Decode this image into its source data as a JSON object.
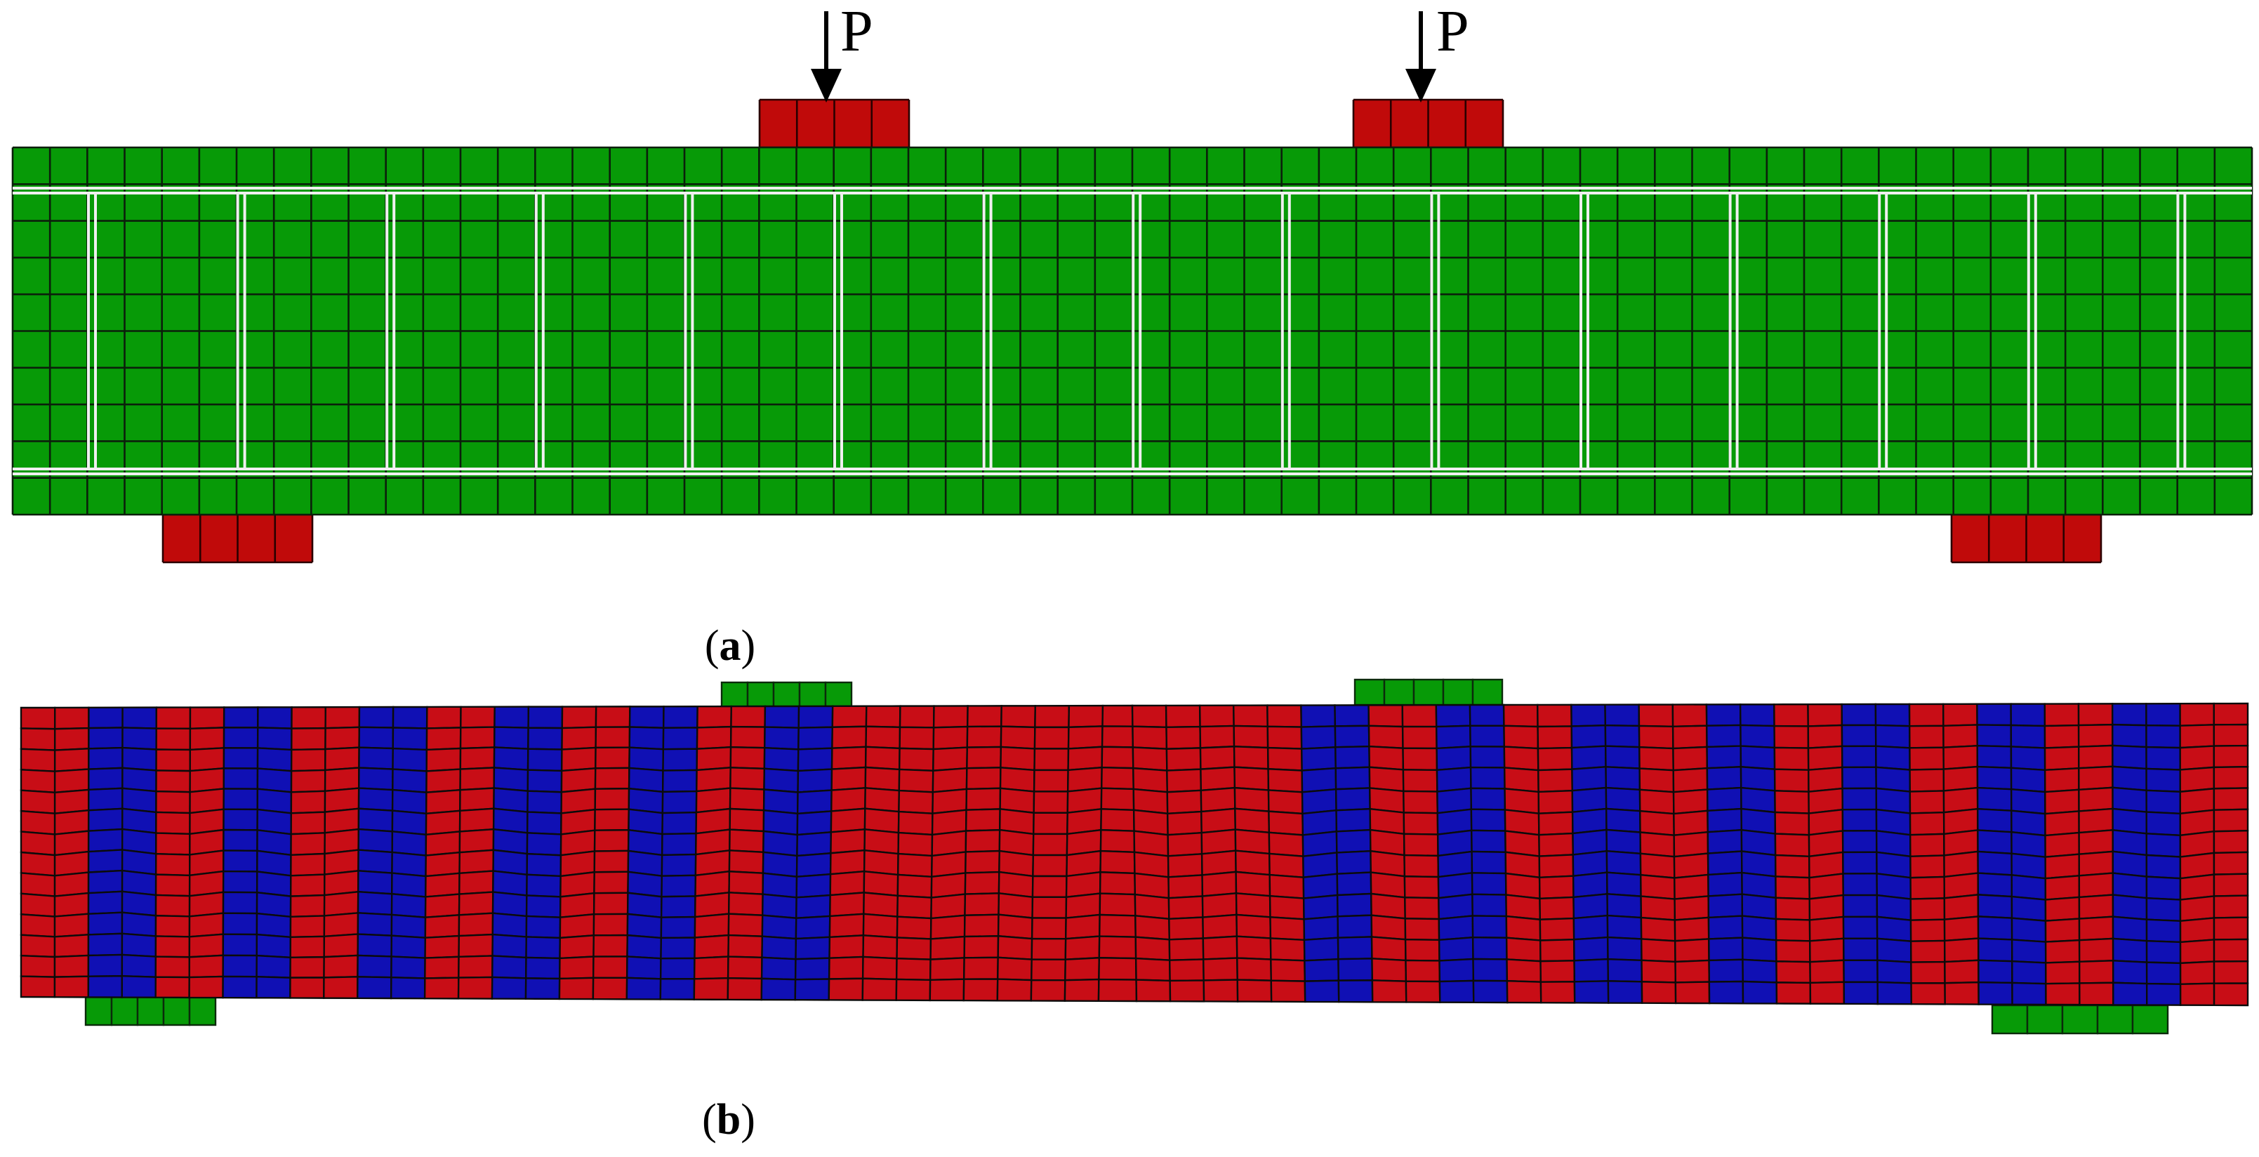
{
  "panel_a": {
    "label": "a",
    "load_labels": [
      "P",
      "P"
    ],
    "colors": {
      "beam": "#079a07",
      "plate": "#c00a0a",
      "mesh": "#0b1f0b",
      "stirrup": "#f0f0f0",
      "arrow": "#000000"
    }
  },
  "panel_b": {
    "label": "b",
    "colors": {
      "red": "#c80d16",
      "blue": "#1010b4",
      "plate": "#079a07",
      "mesh": "#0b0b0b"
    },
    "stripes": [
      "red",
      "blue",
      "red",
      "blue",
      "red",
      "blue",
      "red",
      "blue",
      "red",
      "blue",
      "red",
      "blue",
      "red",
      "red",
      "red",
      "red",
      "red",
      "red",
      "red",
      "blue",
      "red",
      "blue",
      "red",
      "blue",
      "red",
      "blue",
      "red",
      "blue",
      "red",
      "blue",
      "red",
      "blue",
      "red"
    ]
  }
}
